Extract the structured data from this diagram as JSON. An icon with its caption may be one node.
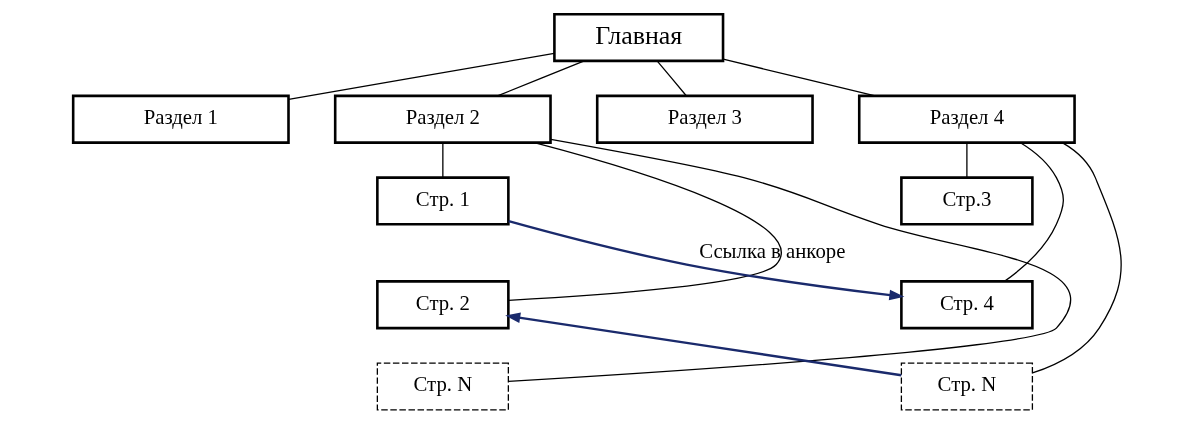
{
  "diagram": {
    "nodes": [
      {
        "text": [
          "Главная"
        ]
      },
      {
        "text": [
          "Раздел 1"
        ]
      },
      {
        "text": [
          "Раздел 2"
        ]
      },
      {
        "text": [
          "Раздел 3"
        ]
      },
      {
        "text": [
          "Раздел 4"
        ]
      },
      {
        "text": [
          "Стр. 1"
        ]
      },
      {
        "text": [
          "Стр. 2"
        ]
      },
      {
        "text": [
          "Стр. N"
        ]
      },
      {
        "text": [
          "Стр.3"
        ]
      },
      {
        "text": [
          "Стр. 4"
        ]
      },
      {
        "text": [
          "Стр. N"
        ]
      }
    ],
    "edges": [
      {
        "from": 0,
        "to": 1,
        "arrow": "none"
      },
      {
        "from": 0,
        "to": 2,
        "arrow": "none"
      },
      {
        "from": 0,
        "to": 3,
        "arrow": "none"
      },
      {
        "from": 0,
        "to": 4,
        "arrow": "none"
      },
      {
        "from": 2,
        "to": 5,
        "arrow": "none"
      },
      {
        "from": 2,
        "to": 6,
        "arrow": "none"
      },
      {
        "from": 2,
        "to": 7,
        "arrow": "none"
      },
      {
        "from": 4,
        "to": 8,
        "arrow": "none"
      },
      {
        "from": 4,
        "to": 9,
        "arrow": "none"
      },
      {
        "from": 4,
        "to": 10,
        "arrow": "none"
      },
      {
        "from": 5,
        "to": 9,
        "arrow": "to",
        "color": "#1a2a6c",
        "label": "Ссылка в анкоре"
      },
      {
        "from": 10,
        "to": 6,
        "arrow": "to",
        "color": "#1a2a6c"
      }
    ]
  }
}
